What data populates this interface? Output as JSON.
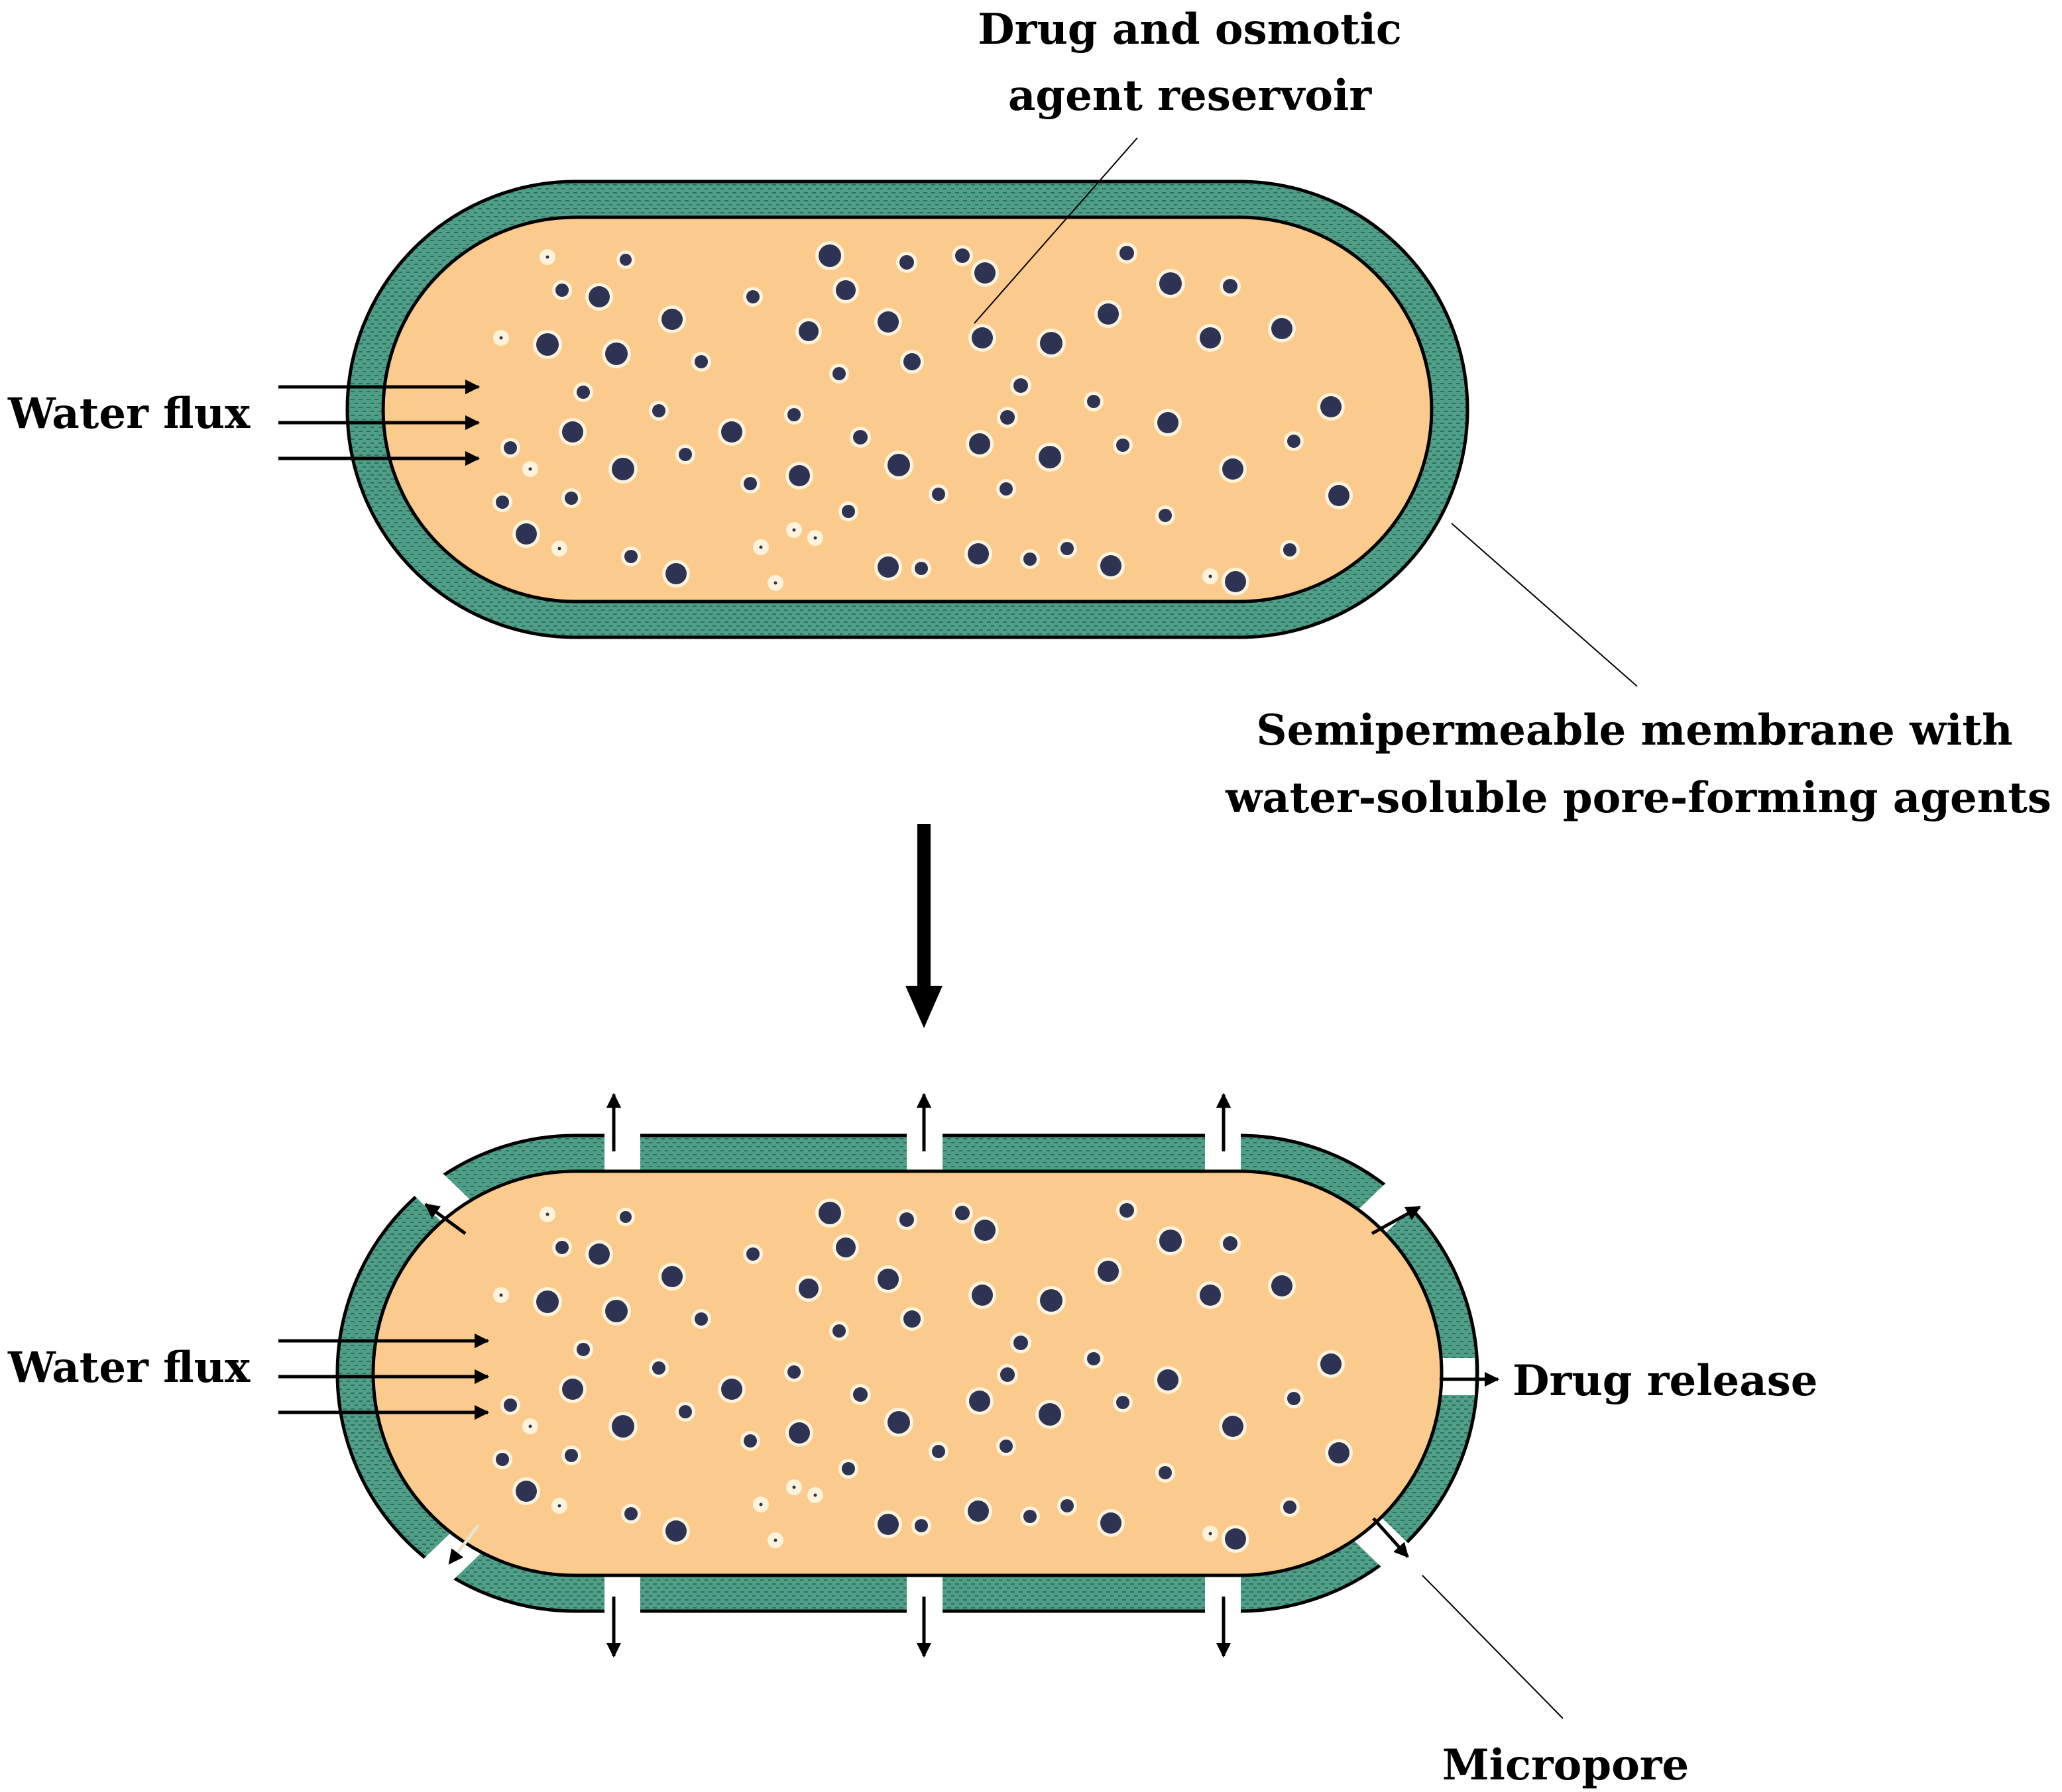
{
  "labels": {
    "reservoir_line1": "Drug and osmotic",
    "reservoir_line2": "agent reservoir",
    "water_flux_top": "Water flux",
    "membrane_line1": "Semipermeable membrane with",
    "membrane_line2": "water-soluble pore-forming agents",
    "water_flux_bottom": "Water flux",
    "drug_release": "Drug release",
    "micropore": "Micropore"
  },
  "colors": {
    "core_fill": "#FBCB8E",
    "membrane_fill": "#4E9E88",
    "membrane_dots": "#2F6E5E",
    "particle_fill": "#2E3353",
    "particle_ring": "#FFF3DC",
    "outline": "#000000"
  }
}
